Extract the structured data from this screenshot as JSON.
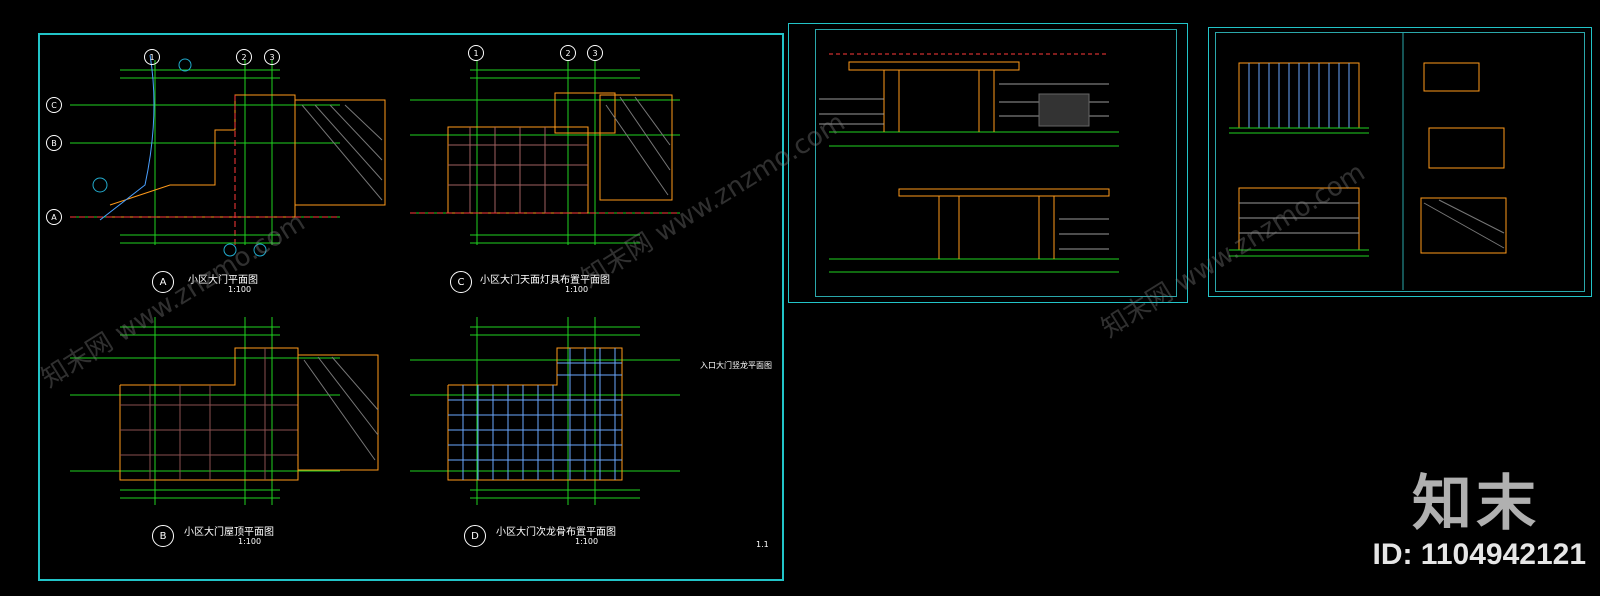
{
  "drawings": {
    "a": {
      "letter": "A",
      "title": "小区大门平面图",
      "scale": "1:100"
    },
    "b": {
      "letter": "B",
      "title": "小区大门屋顶平面图",
      "scale": "1:100"
    },
    "c": {
      "letter": "C",
      "title": "小区大门天面灯具布置平面图",
      "scale": "1:100"
    },
    "d": {
      "letter": "D",
      "title": "小区大门次龙骨布置平面图",
      "scale": "1:100"
    }
  },
  "axis_labels": {
    "one": "1",
    "two": "2",
    "three": "3",
    "A": "A",
    "B": "B",
    "C": "C"
  },
  "sheet_note": "入口大门竖龙平面图",
  "sheet_number": "1.1",
  "watermark": {
    "brand": "知末",
    "id": "ID: 1104942121",
    "site": "知末网 www.znzmo.com"
  },
  "colors": {
    "frame": "#22c4c8",
    "grid": "#1fd21f",
    "wall": "#ff9a1a",
    "dim": "#d8d850",
    "accent": "#ff3a3a"
  }
}
